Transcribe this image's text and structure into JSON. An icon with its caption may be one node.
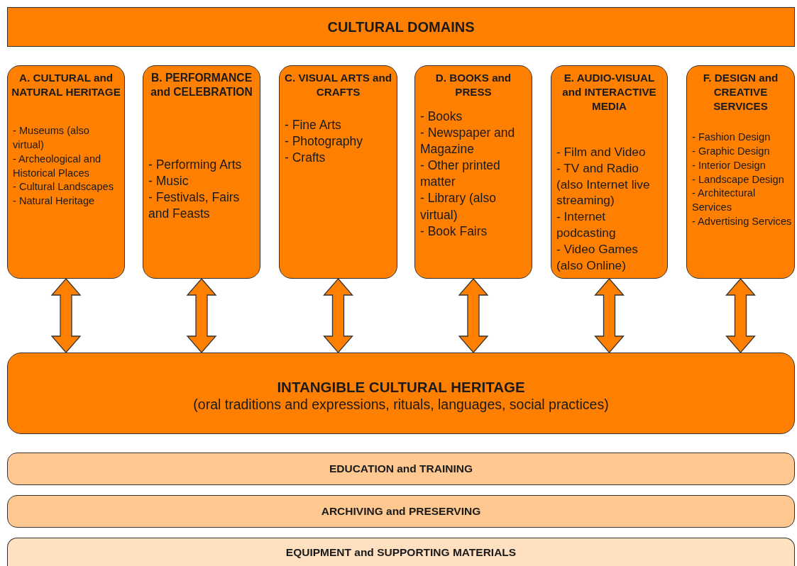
{
  "diagram": {
    "nodes": [
      {
        "text": [
          "CULTURAL DOMAINS"
        ]
      },
      {
        "text": [
          "A. CULTURAL and NATURAL HERITAGE",
          "- Museums (also virtual)",
          "- Archeological and Historical Places",
          "- Cultural Landscapes",
          "- Natural Heritage"
        ]
      },
      {
        "text": [
          "B. PERFORMANCE and CELEBRATION",
          "- Performing Arts",
          "- Music",
          "- Festivals, Fairs and Feasts"
        ]
      },
      {
        "text": [
          "C. VISUAL ARTS and CRAFTS",
          "- Fine Arts",
          "- Photography",
          "- Crafts"
        ]
      },
      {
        "text": [
          "D. BOOKS and PRESS",
          "- Books",
          "- Newspaper and Magazine",
          "- Other printed matter",
          "- Library (also virtual)",
          "- Book Fairs"
        ]
      },
      {
        "text": [
          "E. AUDIO-VISUAL and INTERACTIVE MEDIA",
          "- Film and Video",
          "- TV and Radio (also Internet live streaming)",
          "- Internet podcasting",
          "- Video Games (also Online)"
        ]
      },
      {
        "text": [
          "F. DESIGN and CREATIVE SERVICES",
          "- Fashion Design",
          "- Graphic Design",
          "- Interior Design",
          "- Landscape Design",
          "- Architectural Services",
          "- Advertising Services"
        ]
      },
      {
        "text": [
          "INTANGIBLE CULTURAL HERITAGE",
          "(oral traditions and expressions, rituals, languages, social practices)"
        ]
      },
      {
        "text": [
          "EDUCATION and TRAINING"
        ]
      },
      {
        "text": [
          "ARCHIVING and PRESERVING"
        ]
      },
      {
        "text": [
          "EQUIPMENT and SUPPORTING MATERIALS"
        ]
      }
    ],
    "edges": [
      {
        "from": 1,
        "to": 7,
        "arrow": "both"
      },
      {
        "from": 2,
        "to": 7,
        "arrow": "both"
      },
      {
        "from": 3,
        "to": 7,
        "arrow": "both"
      },
      {
        "from": 4,
        "to": 7,
        "arrow": "both"
      },
      {
        "from": 5,
        "to": 7,
        "arrow": "both"
      },
      {
        "from": 6,
        "to": 7,
        "arrow": "both"
      }
    ]
  }
}
